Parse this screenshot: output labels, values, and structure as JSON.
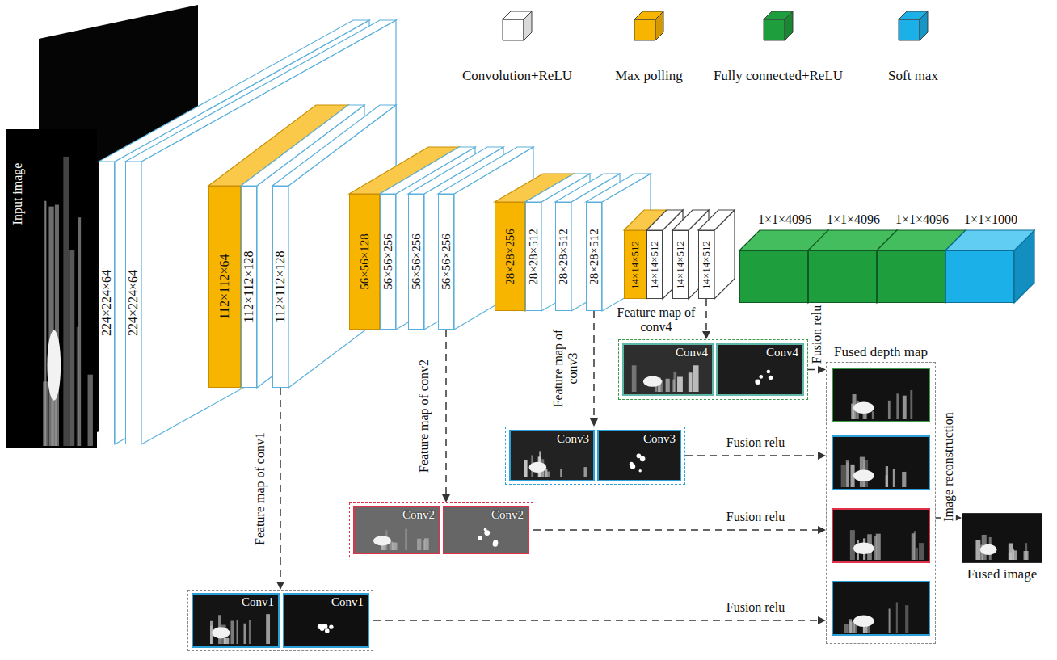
{
  "diagram": {
    "nodes": [
      {
        "text": [
          "Input image"
        ]
      },
      {
        "text": [
          "224×224×64"
        ]
      },
      {
        "text": [
          "224×224×64"
        ]
      },
      {
        "text": [
          "112×112×64"
        ]
      },
      {
        "text": [
          "112×112×128"
        ]
      },
      {
        "text": [
          "112×112×128"
        ]
      },
      {
        "text": [
          "56×56×128"
        ]
      },
      {
        "text": [
          "56×56×256"
        ]
      },
      {
        "text": [
          "56×56×256"
        ]
      },
      {
        "text": [
          "56×56×256"
        ]
      },
      {
        "text": [
          "28×28×256"
        ]
      },
      {
        "text": [
          "28×28×512"
        ]
      },
      {
        "text": [
          "28×28×512"
        ]
      },
      {
        "text": [
          "28×28×512"
        ]
      },
      {
        "text": [
          "14×14×512"
        ]
      },
      {
        "text": [
          "14×14×512"
        ]
      },
      {
        "text": [
          "14×14×512"
        ]
      },
      {
        "text": [
          "14×14×512"
        ]
      },
      {
        "text": [
          "1×1×4096"
        ]
      },
      {
        "text": [
          "1×1×4096"
        ]
      },
      {
        "text": [
          "1×1×4096"
        ]
      },
      {
        "text": [
          "1×1×1000"
        ]
      },
      {
        "text": []
      },
      {
        "text": [
          "Conv4"
        ],
        "in": 22
      },
      {
        "text": [
          "Conv4"
        ],
        "in": 22
      },
      {
        "text": []
      },
      {
        "text": [
          "Conv3"
        ],
        "in": 25
      },
      {
        "text": [
          "Conv3"
        ],
        "in": 25
      },
      {
        "text": []
      },
      {
        "text": [
          "Conv2"
        ],
        "in": 28
      },
      {
        "text": [
          "Conv2"
        ],
        "in": 28
      },
      {
        "text": []
      },
      {
        "text": [
          "Conv1"
        ],
        "in": 31
      },
      {
        "text": [
          "Conv1"
        ],
        "in": 31
      },
      {
        "text": [
          "Fused depth map"
        ]
      },
      {
        "text": [
          "Fused image"
        ]
      }
    ],
    "edges": [
      {
        "from": 5,
        "to": 31,
        "label": "Feature map of conv1",
        "arrow": "to"
      },
      {
        "from": 9,
        "to": 28,
        "label": "Feature map of conv2",
        "arrow": "to"
      },
      {
        "from": 13,
        "to": 25,
        "label": "Feature map of conv3",
        "arrow": "to"
      },
      {
        "from": 17,
        "to": 22,
        "label": "Feature map of conv4",
        "arrow": "to"
      },
      {
        "from": 22,
        "to": 34,
        "label": "Fusion relu",
        "arrow": "to"
      },
      {
        "from": 25,
        "to": 34,
        "label": "Fusion relu",
        "arrow": "to"
      },
      {
        "from": 28,
        "to": 34,
        "label": "Fusion relu",
        "arrow": "to"
      },
      {
        "from": 31,
        "to": 34,
        "label": "Fusion relu",
        "arrow": "to"
      },
      {
        "from": 34,
        "to": 35,
        "label": "Image reconstruction",
        "arrow": "to"
      }
    ],
    "legend": [
      {
        "text": "Convolution+ReLU",
        "color": "#ffffff"
      },
      {
        "text": "Max polling",
        "color": "#f7b500"
      },
      {
        "text": "Fully connected+ReLU",
        "color": "#1e9e3c"
      },
      {
        "text": "Soft max",
        "color": "#1cb0e8"
      }
    ]
  }
}
